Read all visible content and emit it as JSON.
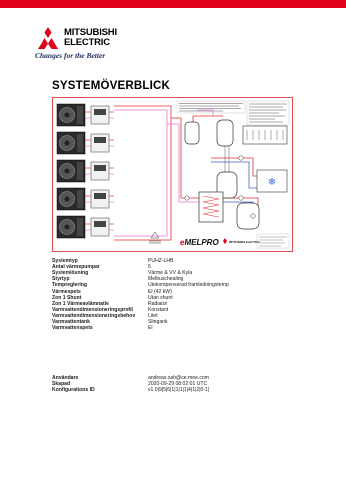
{
  "brand": {
    "name_line1": "MITSUBISHI",
    "name_line2": "ELECTRIC",
    "tagline": "Changes for the Better"
  },
  "page_title": "SYSTEMÖVERBLICK",
  "diagram": {
    "logo_text": "MELPRO",
    "logo_accent": "e",
    "unit_count": 5,
    "brand_small": "MITSUBISHI ELECTRIC"
  },
  "summary": [
    {
      "label": "Systemtyp",
      "value": "PUHZ-LHB"
    },
    {
      "label": "Antal värmepumpar",
      "value": "5"
    },
    {
      "label": "Systemlösning",
      "value": "Värme & VV & Kyla"
    },
    {
      "label": "Styrtyp",
      "value": "Melbuschealing"
    },
    {
      "label": "Tempreglering",
      "value": "Utekompenserad framledningstemp"
    },
    {
      "label": "Värmespets",
      "value": "El (42 kW)"
    },
    {
      "label": "Zon 1 Shunt",
      "value": "Utan shunt"
    },
    {
      "label": "Zon 1 Värmeavlämnatle",
      "value": "Radiator"
    },
    {
      "label": "Varmvattendimensioneringsprofil",
      "value": "Konstant"
    },
    {
      "label": "Varmvattendimensioneringsbehov",
      "value": "Litet"
    },
    {
      "label": "Varmvattentank",
      "value": "Slingank"
    },
    {
      "label": "Varmvattenspets",
      "value": "El"
    }
  ],
  "meta": [
    {
      "label": "Användare",
      "value": "andreas.sah@ce.mee.com"
    },
    {
      "label": "Skapad",
      "value": "2020-09-29 08:02:01 UTC"
    },
    {
      "label": "Konfigurations ID",
      "value": "v1.0|9|5|6|1|1|1|1|4|1|2|0-1|"
    }
  ],
  "colors": {
    "brand_red": "#e3001b",
    "pipe_red": "#e0302e",
    "pipe_pink": "#e07ad0",
    "pipe_blue": "#4060c0",
    "tagline_navy": "#1f2a5c"
  }
}
